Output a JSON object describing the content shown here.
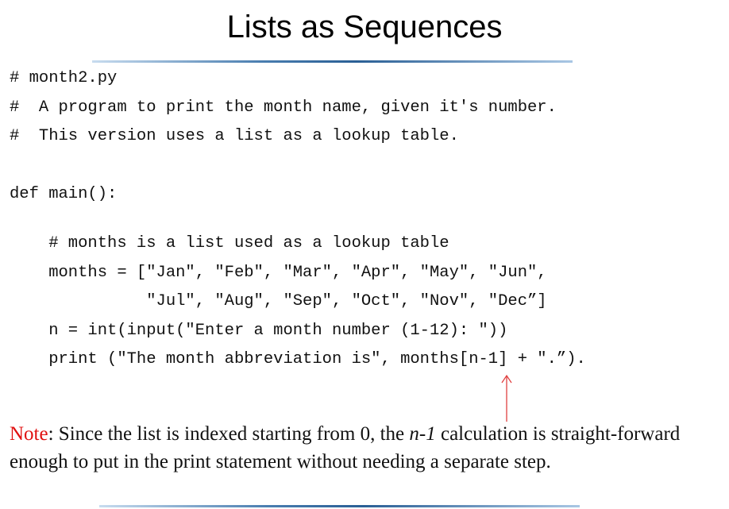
{
  "slide": {
    "title": "Lists as Sequences"
  },
  "code": {
    "lines": [
      "# month2.py",
      "#  A program to print the month name, given it's number.",
      "#  This version uses a list as a lookup table.",
      "",
      "def main():",
      "",
      "    # months is a list used as a lookup table",
      "    months = [\"Jan\", \"Feb\", \"Mar\", \"Apr\", \"May\", \"Jun\",",
      "              \"Jul\", \"Aug\", \"Sep\", \"Oct\", \"Nov\", \"Dec”]",
      "    n = int(input(\"Enter a month number (1-12): \"))",
      "    print (\"The month abbreviation is\", months[n-1] + \".”)."
    ]
  },
  "note": {
    "label": "Note",
    "text_before": ": Since the list is indexed starting from 0, the ",
    "variable": "n-1",
    "text_after": " calculation is straight-forward enough to put in the print statement without needing a separate step."
  },
  "colors": {
    "note_label": "#e01010",
    "arrow": "#e04040",
    "rule_dark": "#2a5f95",
    "rule_light": "#c8dcef"
  }
}
